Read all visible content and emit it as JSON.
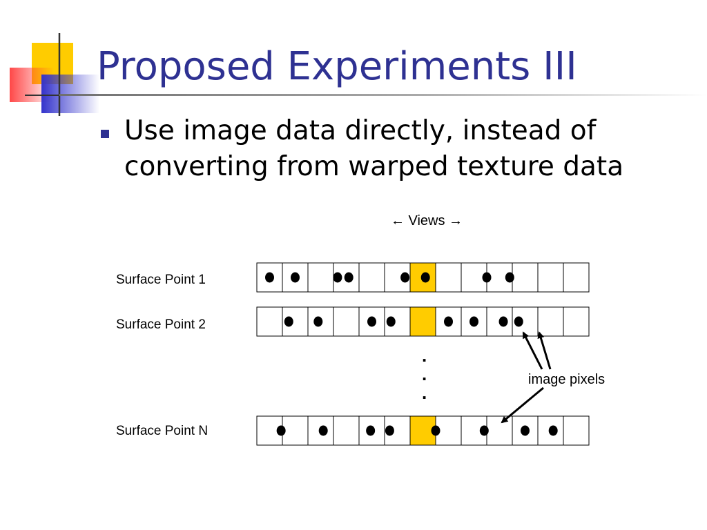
{
  "slide": {
    "title": "Proposed Experiments III",
    "bullets": [
      "Use image data directly, instead of converting from warped texture data"
    ]
  },
  "diagram": {
    "views_label": "← Views →",
    "rows": [
      {
        "label": "Surface Point 1",
        "dots": [
          1,
          2,
          3.66,
          4.1,
          6.3,
          7.1,
          9.5,
          10.4
        ]
      },
      {
        "label": "Surface Point 2",
        "dots": [
          1.75,
          2.9,
          5.0,
          5.75,
          8.0,
          9.0,
          10.15,
          10.75
        ]
      },
      {
        "label": "Surface Point N",
        "dots": [
          1.45,
          3.1,
          4.95,
          5.7,
          7.5,
          9.4,
          11.0,
          12.1
        ]
      }
    ],
    "cells_per_row": 13,
    "highlight_cell": 6,
    "ellipsis": "⋮",
    "callout": "image pixels"
  },
  "colors": {
    "title": "#2e3192",
    "bullet": "#2e3192",
    "highlight": "#ffcc00",
    "logo_yellow": "#ffcc00",
    "logo_red": "#ff3333",
    "logo_blue": "#3333cc"
  }
}
